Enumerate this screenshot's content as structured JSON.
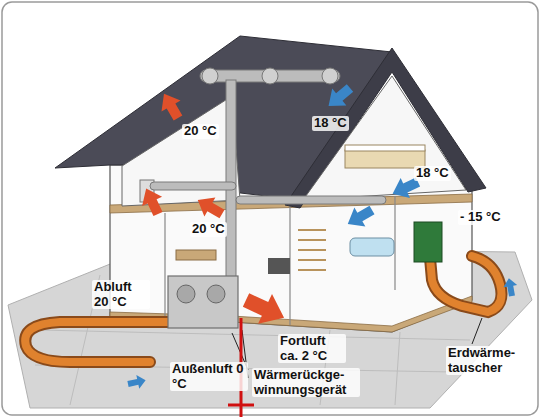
{
  "diagram": {
    "labels": [
      "20 °C",
      "18 °C",
      "20 °C",
      "18 °C",
      "- 15 °C",
      "Abluft 20 °C",
      "Fortluft ca. 2 °C",
      "Außenluft 0 °C",
      "Wärmerückge- winnungsgerät",
      "Erdwärme- tauscher"
    ]
  }
}
